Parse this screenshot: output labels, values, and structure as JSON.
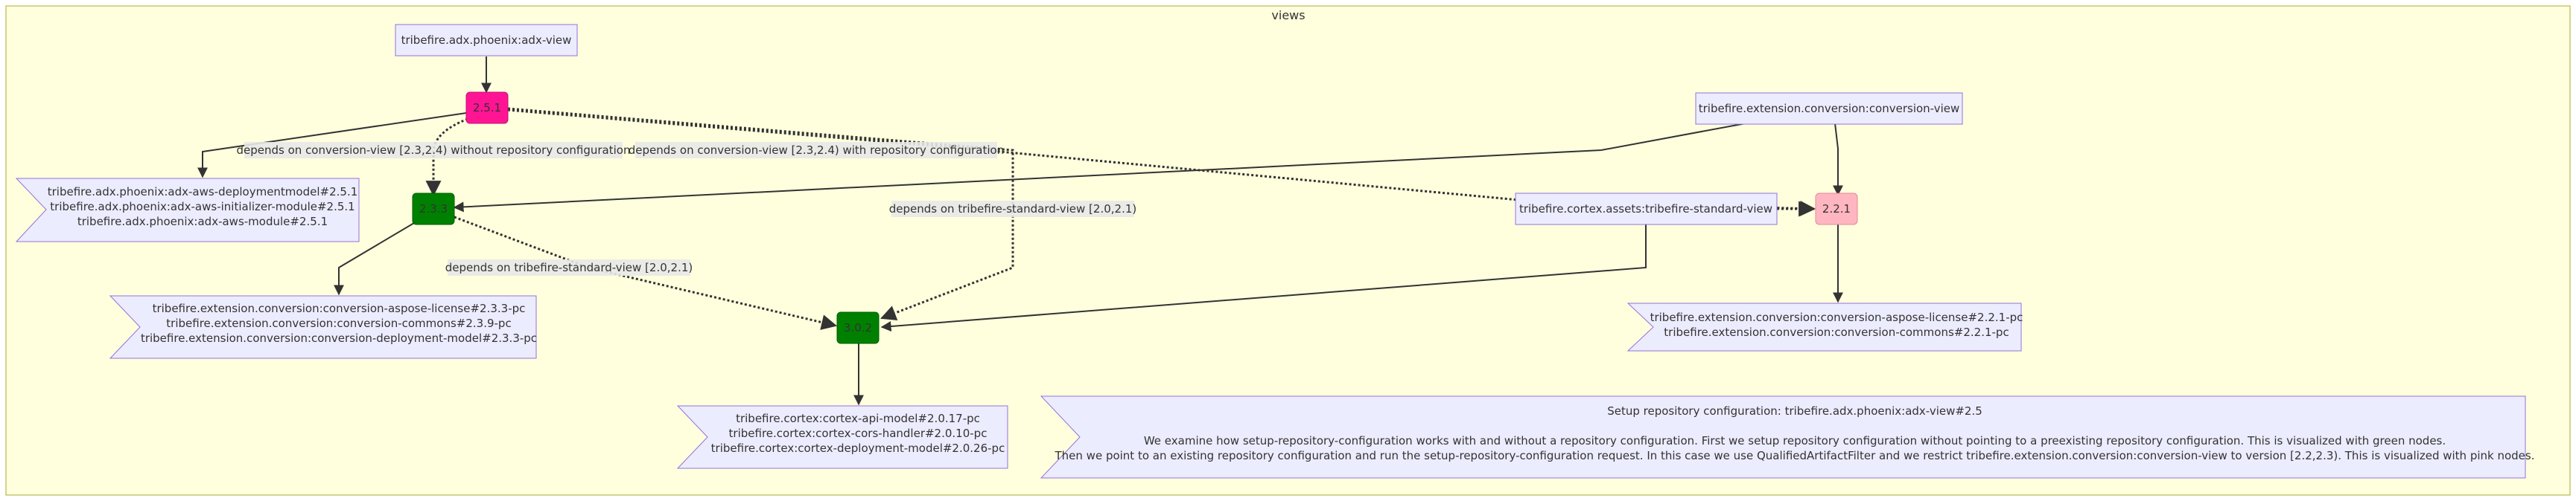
{
  "cluster": {
    "title": "views"
  },
  "nodes": {
    "adx_view": "tribefire.adx.phoenix:adx-view",
    "v251": "2.5.1",
    "v233": "2.3.3",
    "v302": "3.0.2",
    "v221": "2.2.1",
    "conversion_view": "tribefire.extension.conversion:conversion-view",
    "standard_view": "tribefire.cortex.assets:tribefire-standard-view"
  },
  "flags": {
    "adx_modules": [
      "tribefire.adx.phoenix:adx-aws-deploymentmodel#2.5.1",
      "tribefire.adx.phoenix:adx-aws-initializer-module#2.5.1",
      "tribefire.adx.phoenix:adx-aws-module#2.5.1"
    ],
    "conversion_233": [
      "tribefire.extension.conversion:conversion-aspose-license#2.3.3-pc",
      "tribefire.extension.conversion:conversion-commons#2.3.9-pc",
      "tribefire.extension.conversion:conversion-deployment-model#2.3.3-pc"
    ],
    "cortex_302": [
      "tribefire.cortex:cortex-api-model#2.0.17-pc",
      "tribefire.cortex:cortex-cors-handler#2.0.10-pc",
      "tribefire.cortex:cortex-deployment-model#2.0.26-pc"
    ],
    "conversion_221": [
      "tribefire.extension.conversion:conversion-aspose-license#2.2.1-pc",
      "tribefire.extension.conversion:conversion-commons#2.2.1-pc"
    ],
    "note": [
      "Setup repository configuration: tribefire.adx.phoenix:adx-view#2.5",
      "",
      "We examine how setup-repository-configuration works with and without a repository configuration. First we setup repository configuration without pointing to a preexisting repository configuration. This is visualized with green nodes.",
      "Then we point to an existing repository configuration and run the setup-repository-configuration request. In this case we use QualifiedArtifactFilter and we restrict tribefire.extension.conversion:conversion-view to version [2.2,2.3). This is visualized with pink nodes."
    ]
  },
  "edge_labels": {
    "without_repo": "depends on conversion-view [2.3,2.4) without repository configuration",
    "with_repo": "depends on conversion-view [2.3,2.4) with repository configuration",
    "std_21": "depends on tribefire-standard-view [2.0,2.1)",
    "std_21_b": "depends on tribefire-standard-view [2.0,2.1)"
  },
  "colors": {
    "background": "#ffffde",
    "cluster_border": "#aaaa33",
    "node_fill": "#ececff",
    "node_border": "#9370db",
    "magenta": "#ff1493",
    "green": "#008000",
    "pink": "#ffb6c1"
  }
}
